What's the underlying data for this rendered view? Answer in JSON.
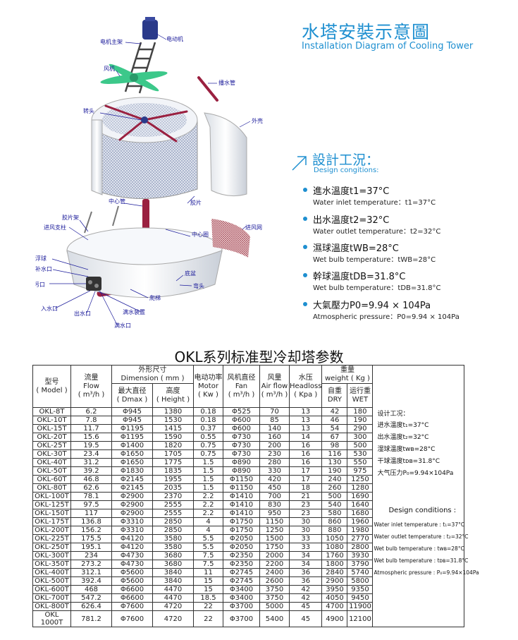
{
  "header": {
    "title_cn": "水塔安裝示意圖",
    "title_en": "Installation Diagram of Cooling Tower"
  },
  "diagram_labels": {
    "motor_frame": "电机主架",
    "motor": "电动机",
    "fan": "风机",
    "spray_pipe": "播水管",
    "rotor": "转头",
    "shell": "外壳",
    "center_pipe": "中心管",
    "fill": "胶片",
    "fill_frame": "胶片架",
    "air_support": "进风支柱",
    "center_ring": "中心圈",
    "inlet_net": "进风网",
    "float": "浮球",
    "makeup": "补水口",
    "drain": "排污口",
    "base": "底盆",
    "elbow": "弯头",
    "inlet": "入水口",
    "outlet": "出水口",
    "ladder": "爬梯",
    "overflow_device": "满水装置",
    "overflow": "满水口"
  },
  "design": {
    "title_cn": "設計工況：",
    "title_en": "Design congitions:",
    "items": [
      {
        "cn": "進水溫度t1=37°C",
        "en": "Water inlet temperature：t1=37°C"
      },
      {
        "cn": "出水溫度t2=32°C",
        "en": "Water outlet temperature：t2=32°C"
      },
      {
        "cn": "濕球溫度tWB=28°C",
        "en": "Wet bulb temperature：tWB=28°C"
      },
      {
        "cn": "幹球溫度tDB=31.8°C",
        "en": "Wet bulb temperature：tDB=31.8°C"
      },
      {
        "cn": "大氣壓力P0=9.94 × 104Pa",
        "en": "Atmospheric pressure：P0=9.94 × 104Pa"
      }
    ]
  },
  "table": {
    "title": "OKL系列标准型冷却塔参数",
    "headers": {
      "model_cn": "型号",
      "model_en": "( Model )",
      "flow_cn": "流量",
      "flow_en": "Flow",
      "flow_unit": "( m³/h )",
      "dim_cn": "外形尺寸",
      "dim_en": "Dimension ( mm )",
      "dmax_cn": "最大直径",
      "dmax_en": "( Dmax )",
      "height_cn": "高度",
      "height_en": "( Height )",
      "motor_cn": "电动功率",
      "motor_en": "Motor",
      "motor_unit": "( Kw )",
      "fan_cn": "风机直径",
      "fan_en": "Fan",
      "fan_unit": "( m³/h )",
      "air_cn": "风量",
      "air_en": "Air flow",
      "air_unit": "( m³/h )",
      "head_cn": "水压",
      "head_en": "Headloss",
      "head_unit": "( Kpa )",
      "weight_cn": "重量",
      "weight_en": "weight ( Kg )",
      "dry_cn": "自重",
      "dry_en": "DRY",
      "wet_cn": "运行重",
      "wet_en": "WET"
    },
    "rows": [
      [
        "OKL-8T",
        "6.2",
        "Φ945",
        "1380",
        "0.18",
        "Φ525",
        "70",
        "13",
        "42",
        "180"
      ],
      [
        "OKL-10T",
        "7.8",
        "Φ945",
        "1530",
        "0.18",
        "Φ600",
        "85",
        "13",
        "46",
        "190"
      ],
      [
        "OKL-15T",
        "11.7",
        "Φ1195",
        "1415",
        "0.37",
        "Φ600",
        "140",
        "13",
        "54",
        "290"
      ],
      [
        "OKL-20T",
        "15.6",
        "Φ1195",
        "1590",
        "0.55",
        "Φ730",
        "160",
        "14",
        "67",
        "300"
      ],
      [
        "OKL-25T",
        "19.5",
        "Φ1400",
        "1820",
        "0.75",
        "Φ730",
        "200",
        "16",
        "98",
        "500"
      ],
      [
        "OKL-30T",
        "23.4",
        "Φ1650",
        "1705",
        "0.75",
        "Φ730",
        "230",
        "16",
        "116",
        "530"
      ],
      [
        "OKL-40T",
        "31.2",
        "Φ1650",
        "1775",
        "1.5",
        "Φ890",
        "280",
        "16",
        "130",
        "550"
      ],
      [
        "OKL-50T",
        "39.2",
        "Φ1830",
        "1835",
        "1.5",
        "Φ890",
        "330",
        "17",
        "190",
        "975"
      ],
      [
        "OKL-60T",
        "46.8",
        "Φ2145",
        "1955",
        "1.5",
        "Φ1150",
        "420",
        "17",
        "240",
        "1250"
      ],
      [
        "OKL-80T",
        "62.6",
        "Φ2145",
        "2035",
        "1.5",
        "Φ1150",
        "450",
        "18",
        "260",
        "1280"
      ],
      [
        "OKL-100T",
        "78.1",
        "Φ2900",
        "2370",
        "2.2",
        "Φ1410",
        "700",
        "21",
        "500",
        "1690"
      ],
      [
        "OKL-125T",
        "97.5",
        "Φ2900",
        "2555",
        "2.2",
        "Φ1410",
        "830",
        "23",
        "540",
        "1640"
      ],
      [
        "OKL-150T",
        "117",
        "Φ2900",
        "2555",
        "2.2",
        "Φ1410",
        "950",
        "23",
        "580",
        "1680"
      ],
      [
        "OKL-175T",
        "136.8",
        "Φ3310",
        "2850",
        "4",
        "Φ1750",
        "1150",
        "30",
        "860",
        "1960"
      ],
      [
        "OKL-200T",
        "156.2",
        "Φ3310",
        "2850",
        "4",
        "Φ1750",
        "1250",
        "30",
        "880",
        "1980"
      ],
      [
        "OKL-225T",
        "175.5",
        "Φ4120",
        "3580",
        "5.5",
        "Φ2050",
        "1500",
        "33",
        "1050",
        "2770"
      ],
      [
        "OKL-250T",
        "195.1",
        "Φ4120",
        "3580",
        "5.5",
        "Φ2050",
        "1750",
        "33",
        "1080",
        "2800"
      ],
      [
        "OKL-300T",
        "234",
        "Φ4730",
        "3680",
        "7.5",
        "Φ2350",
        "2000",
        "34",
        "1760",
        "3930"
      ],
      [
        "OKL-350T",
        "273.2",
        "Φ4730",
        "3680",
        "7.5",
        "Φ2350",
        "2200",
        "34",
        "1800",
        "3790"
      ],
      [
        "OKL-400T",
        "312.1",
        "Φ5600",
        "3840",
        "11",
        "Φ2745",
        "2400",
        "36",
        "2840",
        "5740"
      ],
      [
        "OKL-500T",
        "392.4",
        "Φ5600",
        "3840",
        "15",
        "Φ2745",
        "2600",
        "36",
        "2900",
        "5800"
      ],
      [
        "OKL-600T",
        "468",
        "Φ6600",
        "4470",
        "15",
        "Φ3400",
        "3750",
        "42",
        "3950",
        "9350"
      ],
      [
        "OKL-700T",
        "547.2",
        "Φ6600",
        "4470",
        "18.5",
        "Φ3400",
        "3750",
        "42",
        "4050",
        "9450"
      ],
      [
        "OKL-800T",
        "626.4",
        "Φ7600",
        "4720",
        "22",
        "Φ3700",
        "5000",
        "45",
        "4700",
        "11900"
      ],
      [
        "OKL 1000T",
        "781.2",
        "Φ7600",
        "4720",
        "22",
        "Φ3700",
        "5400",
        "45",
        "4900",
        "12100"
      ]
    ],
    "side_cn": {
      "title": "设计工况：",
      "items": [
        "进水温度t₁=37°C",
        "出水温度t₂=32°C",
        "湿球温度tᴡʙ=28°C",
        "干球温度tᴅʙ=31.8°C",
        "大气压力P₀=9.94×104Pa"
      ]
    },
    "side_en": {
      "title": "Design  conditions  :",
      "items": [
        "Water inlet temperature : t₁=37°C",
        "Water outlet temperature : t₂=32°C",
        "Wet bulb temperature : tᴡʙ=28°C",
        "Wet bulb temperature : tᴅʙ=31.8°C",
        "Atmospheric pressure : P₀=9.94×104Pa"
      ]
    }
  },
  "colors": {
    "accent": "#1e8fd0",
    "label": "#1a1a9a",
    "pipe": "#9a2040"
  }
}
